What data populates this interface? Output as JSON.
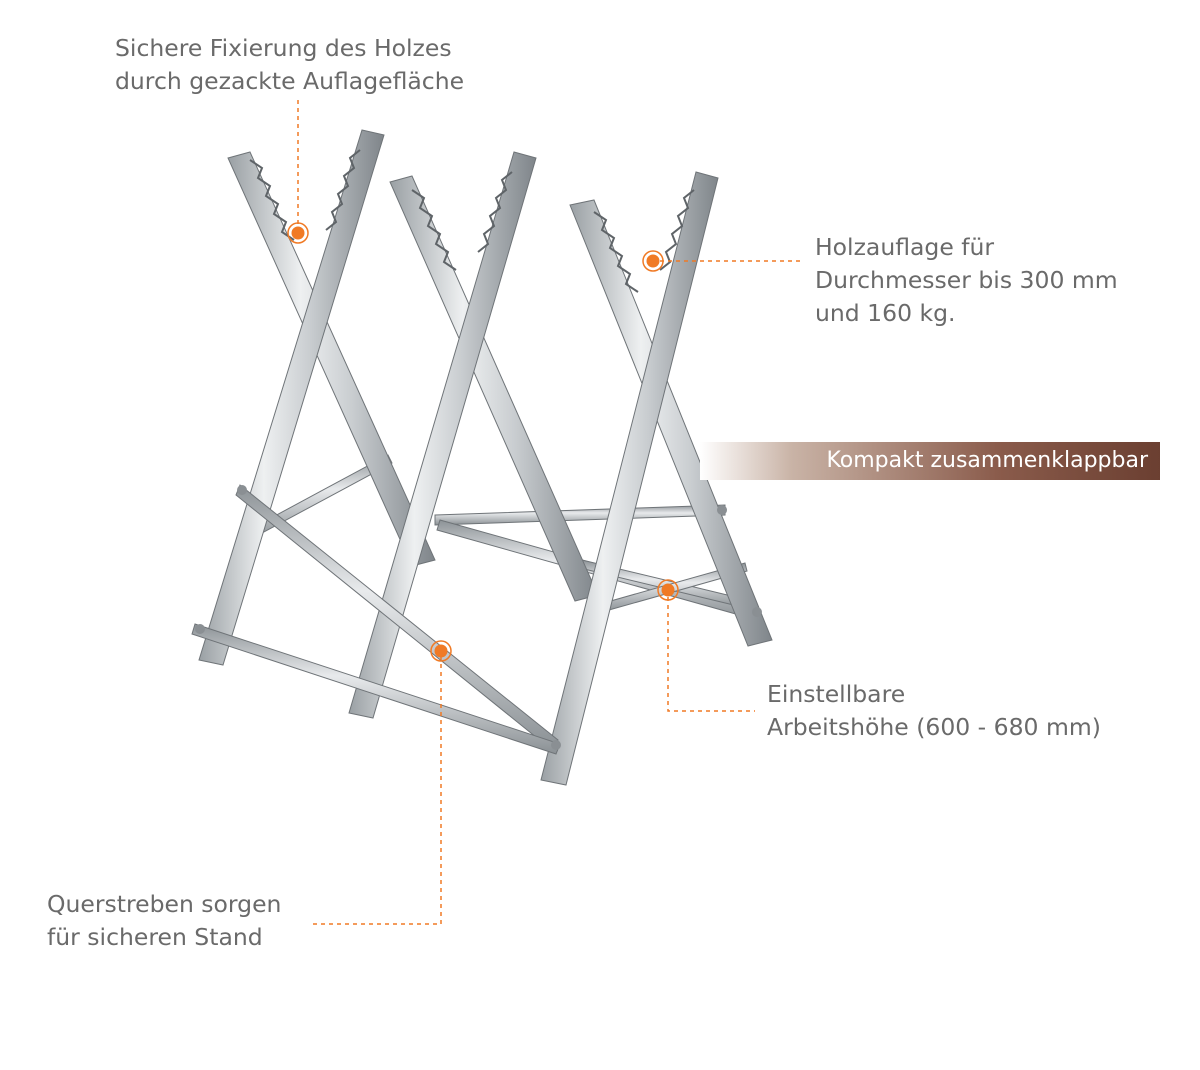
{
  "annotations": {
    "fixing": {
      "line1": "Sichere Fixierung des Holzes",
      "line2": "durch gezackte Auflagefläche"
    },
    "support": {
      "line1": "Holzauflage für",
      "line2": "Durchmesser bis 300 mm",
      "line3": "und 160 kg."
    },
    "banner": {
      "text": "Kompakt zusammenklappbar"
    },
    "height": {
      "line1": "Einstellbare",
      "line2": "Arbeitshöhe (600 - 680 mm)"
    },
    "braces": {
      "line1": "Querstreben sorgen",
      "line2": "für sicheren Stand"
    }
  },
  "colors": {
    "accent": "#f07a25",
    "text": "#6a6a6a",
    "banner_dark": "#6b3f31",
    "steel_light": "#e4e6e8",
    "steel_dark": "#8e9296"
  }
}
